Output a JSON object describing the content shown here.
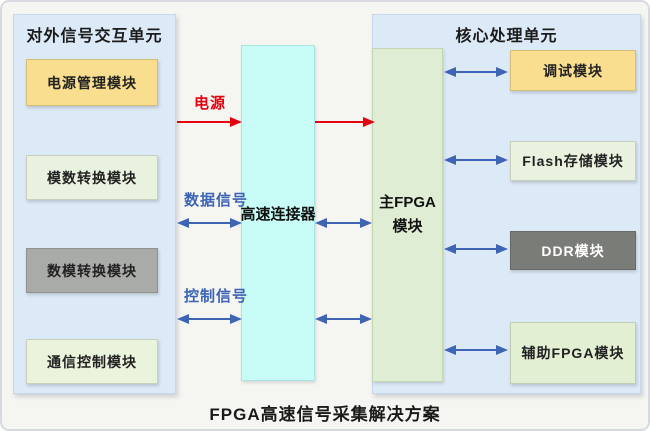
{
  "title": "FPGA高速信号采集解决方案",
  "left_panel": {
    "title": "对外信号交互单元",
    "modules": [
      {
        "label": "电源管理模块",
        "color": "#F8DE8E"
      },
      {
        "label": "模数转换模块",
        "color": "#E9F2DF"
      },
      {
        "label": "数模转换模块",
        "color": "#A9ABA8"
      },
      {
        "label": "通信控制模块",
        "color": "#EAF3DC"
      }
    ]
  },
  "connector": {
    "label": "高速连接器",
    "color": "#C7FDF6"
  },
  "main_fpga": {
    "label": "主FPGA模块",
    "color": "#DFEDD5"
  },
  "right_panel": {
    "title": "核心处理单元",
    "modules": [
      {
        "label": "调试模块",
        "color": "#F8DE8E"
      },
      {
        "label": "Flash存储模块",
        "color": "#E9F2DF"
      },
      {
        "label": "DDR模块",
        "color": "#7A7C78"
      },
      {
        "label": "辅助FPGA模块",
        "color": "#E2EFD3"
      }
    ]
  },
  "signals": [
    {
      "label": "电源",
      "color": "#E3000F",
      "type": "single-direction"
    },
    {
      "label": "数据信号",
      "color": "#3D64B5",
      "type": "bidirectional"
    },
    {
      "label": "控制信号",
      "color": "#3D64B5",
      "type": "bidirectional"
    }
  ],
  "colors": {
    "panel_background": "#DCE9F6",
    "canvas_background": "#F5F5F1",
    "arrow_red": "#E3000F",
    "arrow_blue": "#3D64B5",
    "ddr_text": "#FFFFFF"
  }
}
